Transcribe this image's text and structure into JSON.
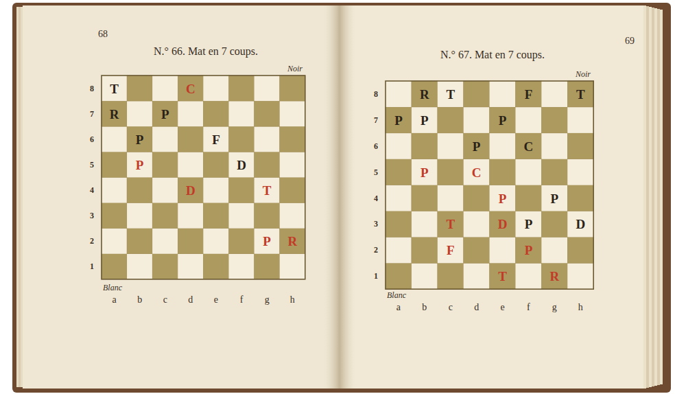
{
  "diagram": {
    "labels": [
      "68",
      "N.° 66. Mat en 7 coups.",
      "Noir",
      "T",
      "C",
      "R",
      "P",
      "P",
      "F",
      "P",
      "D",
      "D",
      "T",
      "P",
      "R",
      "8",
      "7",
      "6",
      "5",
      "4",
      "3",
      "2",
      "1",
      "Blanc",
      "a",
      "b",
      "c",
      "d",
      "e",
      "f",
      "g",
      "h",
      "69",
      "N.° 67. Mat en 7 coups.",
      "Noir",
      "R",
      "T",
      "F",
      "T",
      "P",
      "P",
      "P",
      "P",
      "C",
      "P",
      "C",
      "P",
      "P",
      "T",
      "D",
      "P",
      "D",
      "F",
      "P",
      "T",
      "R",
      "8",
      "7",
      "6",
      "5",
      "4",
      "3",
      "2",
      "1",
      "Blanc",
      "a",
      "b",
      "c",
      "d",
      "e",
      "f",
      "g",
      "h"
    ]
  }
}
